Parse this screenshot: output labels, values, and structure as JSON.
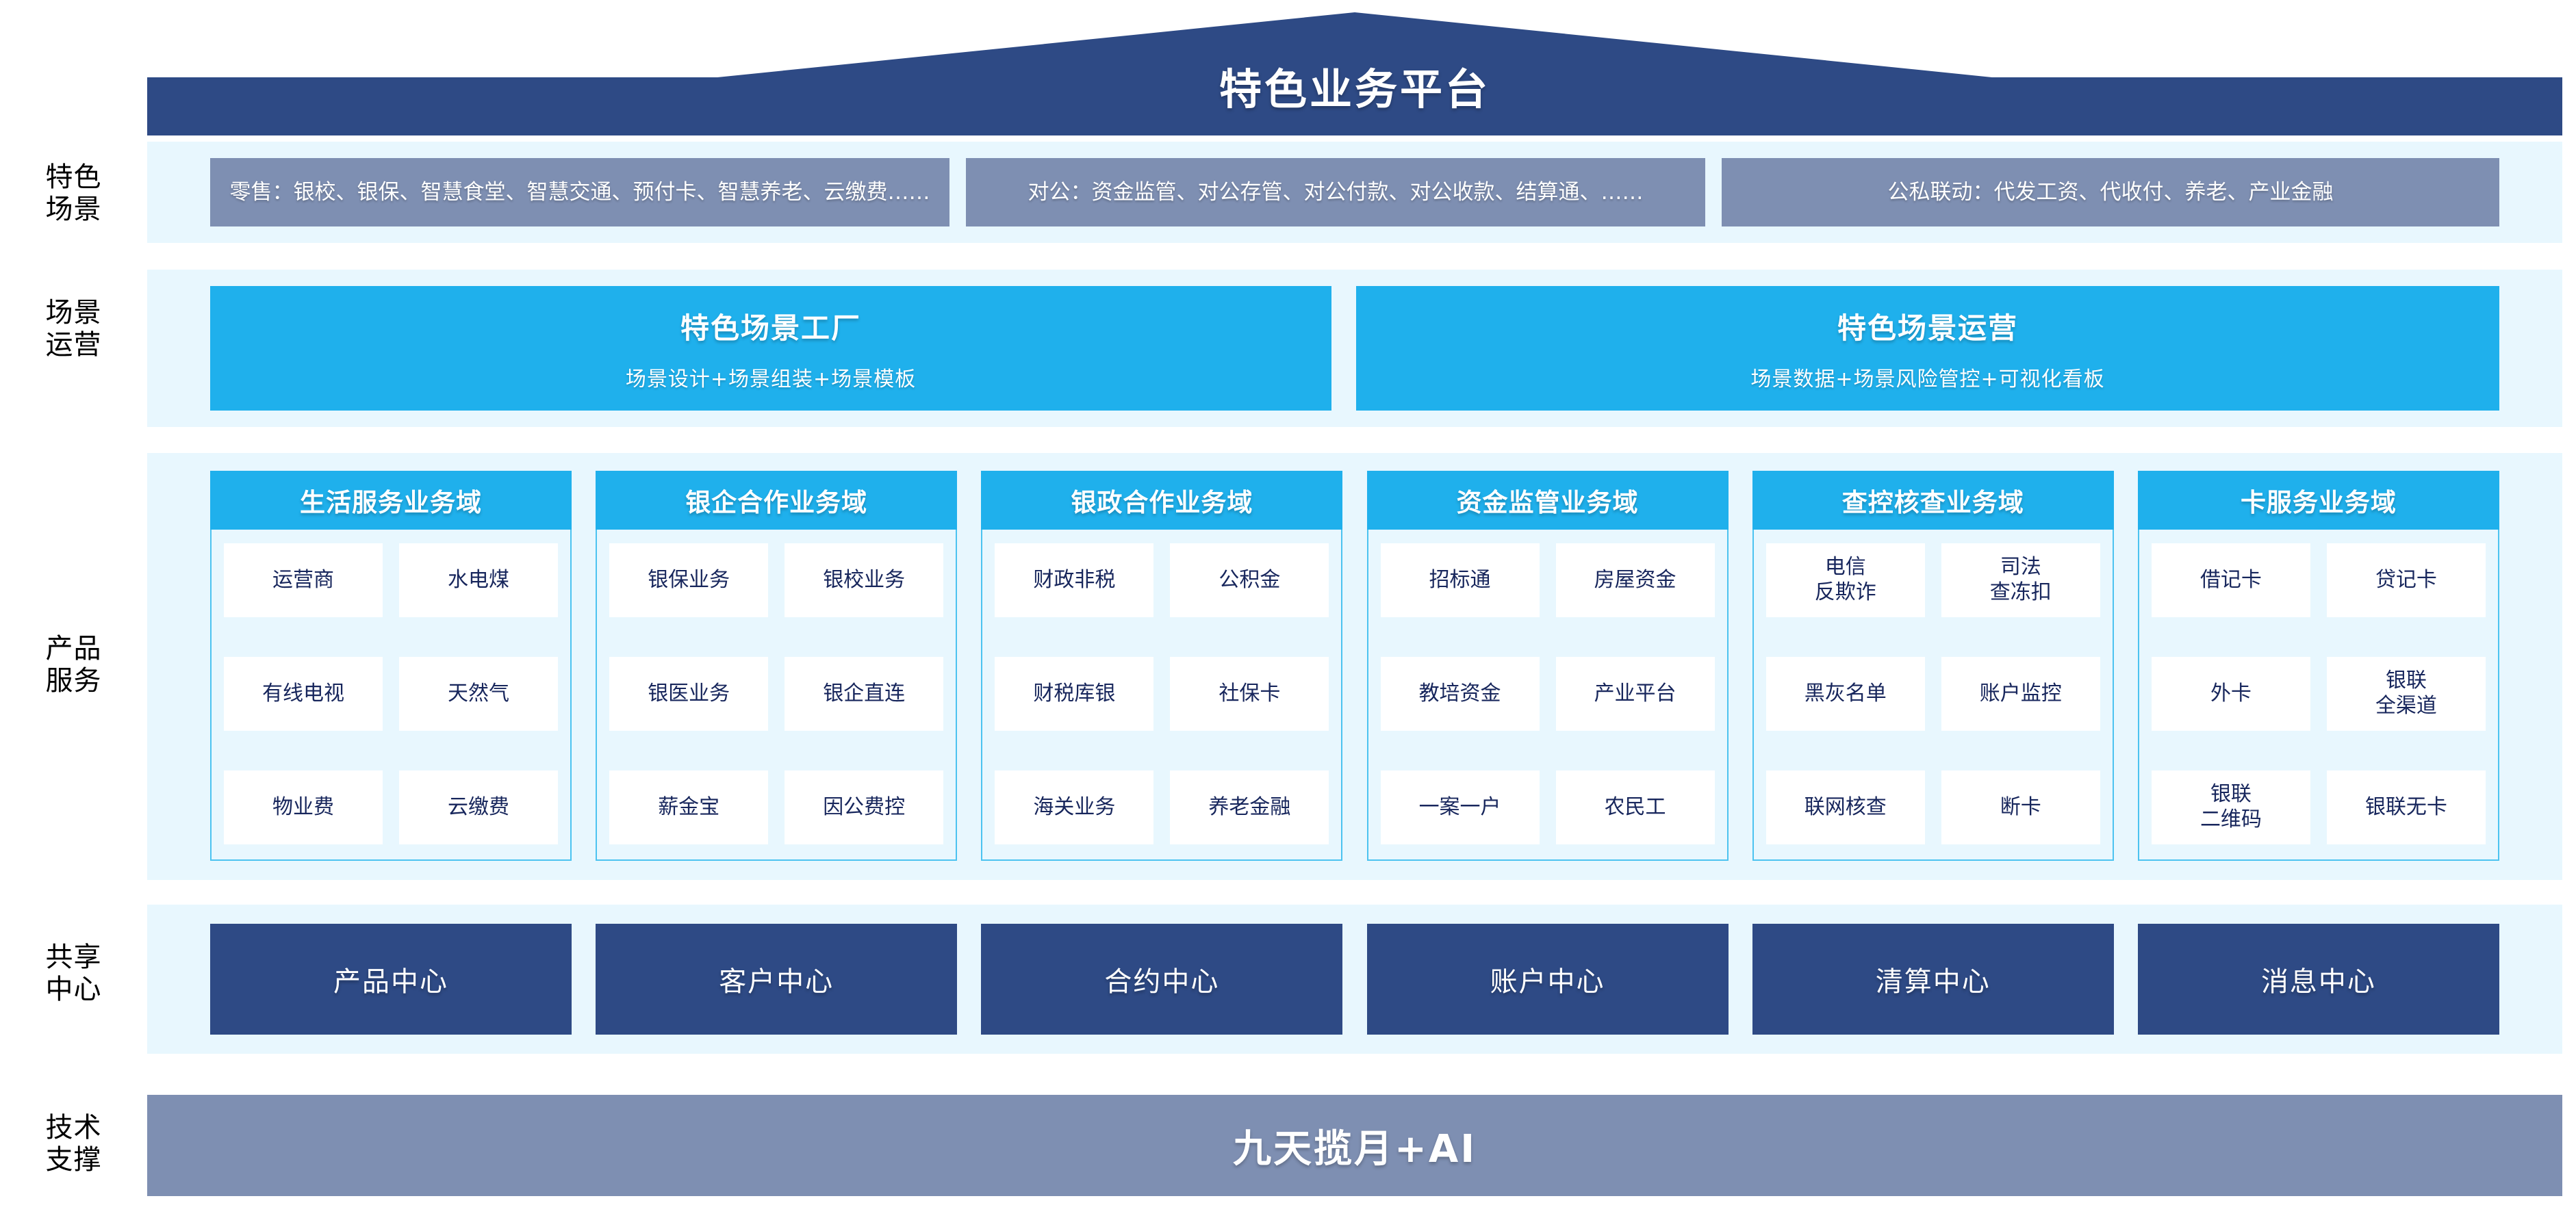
{
  "header": {
    "title": "特色业务平台"
  },
  "colors": {
    "navy": "#2e4a85",
    "cyan": "#1fb0ec",
    "slate": "#7e8fb2",
    "panel_bg": "#e8f7fe",
    "cell_text": "#17265c",
    "card_border": "#4cc3f0"
  },
  "row_labels": [
    {
      "id": "scene",
      "text": "特色\n场景"
    },
    {
      "id": "ops",
      "text": "场景\n运营"
    },
    {
      "id": "product",
      "text": "产品\n服务"
    },
    {
      "id": "share",
      "text": "共享\n中心"
    },
    {
      "id": "tech",
      "text": "技术\n支撑"
    }
  ],
  "scenarios": [
    {
      "label": "零售：银校、银保、智慧食堂、智慧交通、预付卡、智慧养老、云缴费……"
    },
    {
      "label": "对公：资金监管、对公存管、对公付款、对公收款、结算通、……"
    },
    {
      "label": "公私联动：代发工资、代收付、养老、产业金融"
    }
  ],
  "operations": [
    {
      "title": "特色场景工厂",
      "subtitle": "场景设计+场景组装+场景模板"
    },
    {
      "title": "特色场景运营",
      "subtitle": "场景数据+场景风险管控+可视化看板"
    }
  ],
  "product_domains": [
    {
      "title": "生活服务业务域",
      "rows": [
        [
          "运营商",
          "水电煤"
        ],
        [
          "有线电视",
          "天然气"
        ],
        [
          "物业费",
          "云缴费"
        ]
      ]
    },
    {
      "title": "银企合作业务域",
      "rows": [
        [
          "银保业务",
          "银校业务"
        ],
        [
          "银医业务",
          "银企直连"
        ],
        [
          "薪金宝",
          "因公费控"
        ]
      ]
    },
    {
      "title": "银政合作业务域",
      "rows": [
        [
          "财政非税",
          "公积金"
        ],
        [
          "财税库银",
          "社保卡"
        ],
        [
          "海关业务",
          "养老金融"
        ]
      ]
    },
    {
      "title": "资金监管业务域",
      "rows": [
        [
          "招标通",
          "房屋资金"
        ],
        [
          "教培资金",
          "产业平台"
        ],
        [
          "一案一户",
          "农民工"
        ]
      ]
    },
    {
      "title": "查控核查业务域",
      "rows": [
        [
          "电信\n反欺诈",
          "司法\n查冻扣"
        ],
        [
          "黑灰名单",
          "账户监控"
        ],
        [
          "联网核查",
          "断卡"
        ]
      ]
    },
    {
      "title": "卡服务业务域",
      "rows": [
        [
          "借记卡",
          "贷记卡"
        ],
        [
          "外卡",
          "银联\n全渠道"
        ],
        [
          "银联\n二维码",
          "银联无卡"
        ]
      ]
    }
  ],
  "shared_centers": [
    {
      "label": "产品中心"
    },
    {
      "label": "客户中心"
    },
    {
      "label": "合约中心"
    },
    {
      "label": "账户中心"
    },
    {
      "label": "清算中心"
    },
    {
      "label": "消息中心"
    }
  ],
  "tech_support": {
    "label": "九天揽月+AI"
  }
}
